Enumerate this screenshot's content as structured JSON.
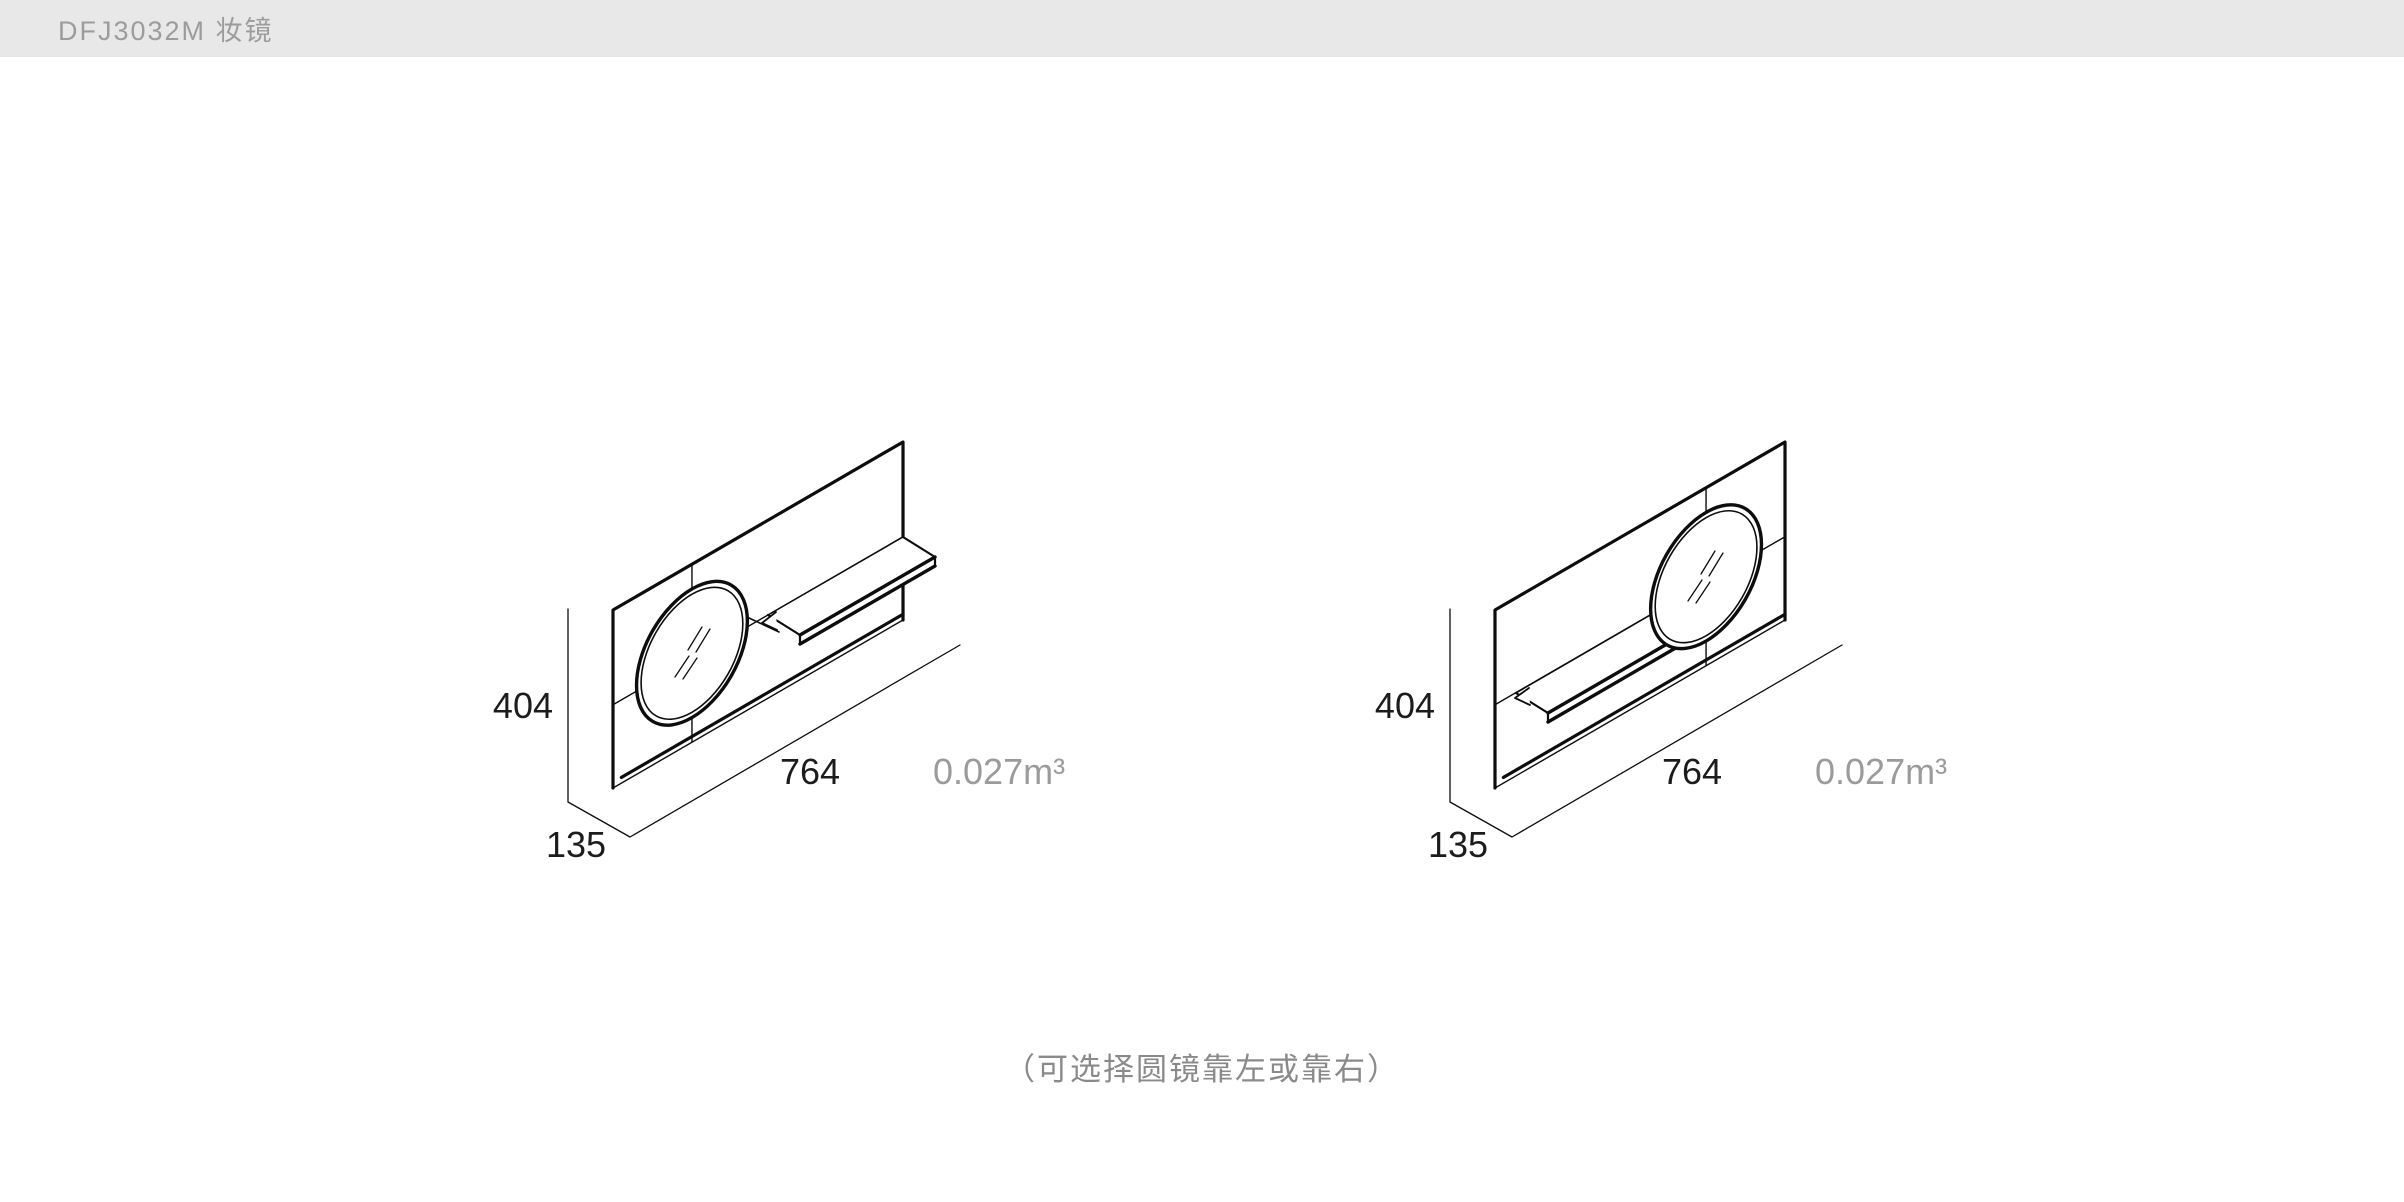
{
  "header": {
    "title": "DFJ3032M 妆镜"
  },
  "drawings": [
    {
      "mirror_side": "left",
      "dims": {
        "height": "404",
        "width": "764",
        "depth": "135"
      },
      "volume": "0.027m³"
    },
    {
      "mirror_side": "right",
      "dims": {
        "height": "404",
        "width": "764",
        "depth": "135"
      },
      "volume": "0.027m³"
    }
  ],
  "caption": "（可选择圆镜靠左或靠右）",
  "colors": {
    "header_bg": "#e8e8e8",
    "header_text": "#9c9c9c",
    "line": "#0d0d0d",
    "dim_text": "#1c1c1c",
    "muted_text": "#9b9b9b",
    "caption_text": "#8a8a8a"
  }
}
